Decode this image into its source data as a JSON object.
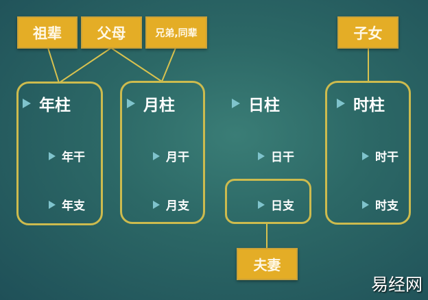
{
  "diagram": {
    "relations": {
      "ancestors": "祖辈",
      "parents": "父母",
      "siblings": "兄弟,同辈",
      "children": "子女",
      "spouse": "夫妻"
    },
    "pillars": [
      {
        "title": "年柱",
        "stem": "年干",
        "branch": "年支"
      },
      {
        "title": "月柱",
        "stem": "月干",
        "branch": "月支"
      },
      {
        "title": "日柱",
        "stem": "日干",
        "branch": "日支"
      },
      {
        "title": "时柱",
        "stem": "时干",
        "branch": "时支"
      }
    ],
    "colors": {
      "tag_fill": "#e4ad26",
      "frame_border": "#cdbb4e",
      "bullet": "#7fc3cc",
      "background": "#2c6866"
    }
  },
  "watermark": "易经网"
}
